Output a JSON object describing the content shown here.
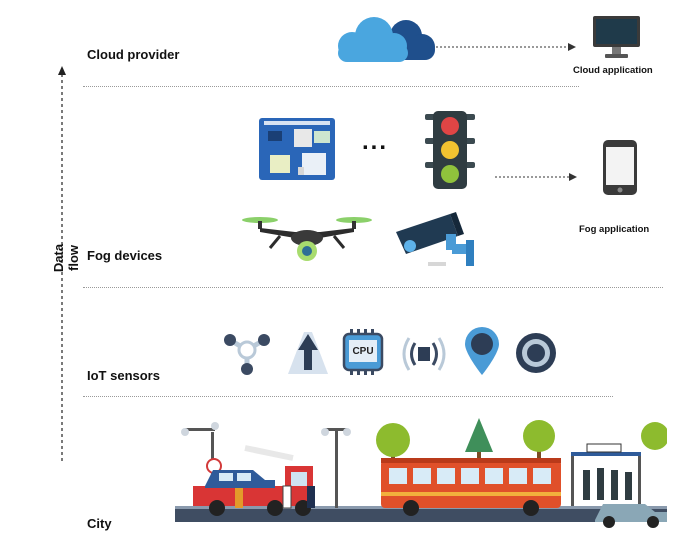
{
  "layers": {
    "cloud": "Cloud provider",
    "fog": "Fog devices",
    "iot": "IoT sensors",
    "city": "City"
  },
  "axis_label": "Data flow",
  "apps": {
    "cloud_app": "Cloud application",
    "fog_app": "Fog application"
  },
  "ellipsis": "...",
  "cpu_label": "CPU",
  "colors": {
    "cloud_light": "#4aa6df",
    "cloud_dark": "#1f4f8c",
    "bus": "#e0502a",
    "truck": "#d93535",
    "board": "#2a66b8"
  },
  "icons": [
    "cloud-icon",
    "monitor-icon",
    "smartphone-icon",
    "circuit-board-icon",
    "traffic-light-icon",
    "drone-icon",
    "cctv-camera-icon",
    "network-node-icon",
    "road-icon",
    "cpu-icon",
    "wireless-signal-icon",
    "location-pin-icon",
    "target-ring-icon"
  ]
}
